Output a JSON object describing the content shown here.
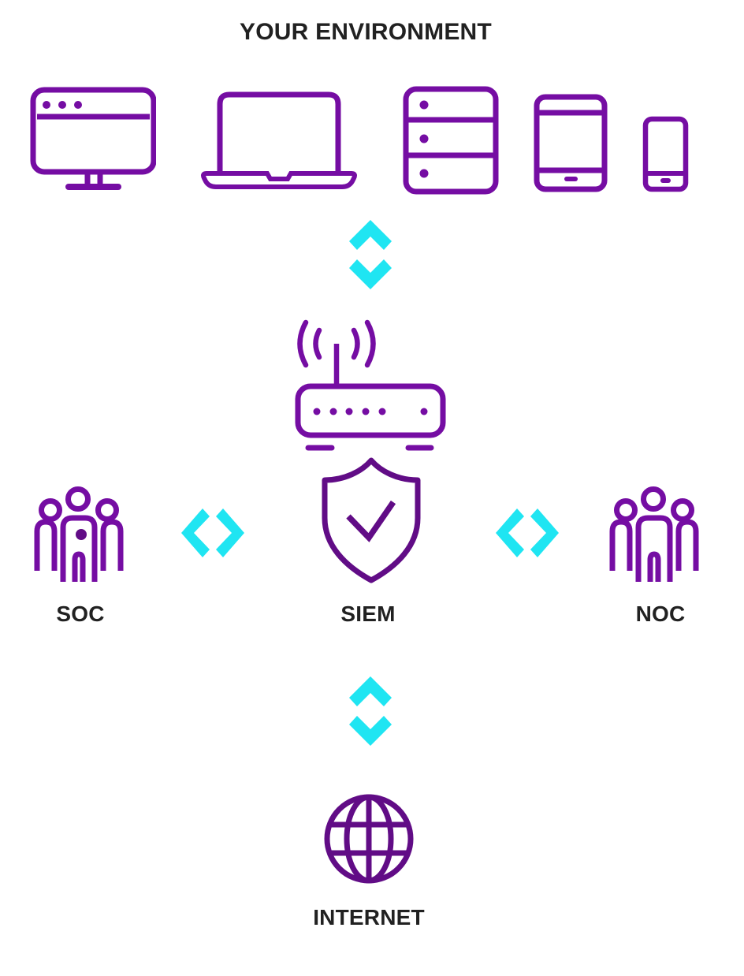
{
  "title": "YOUR ENVIRONMENT",
  "nodes": {
    "soc": {
      "label": "SOC"
    },
    "siem": {
      "label": "SIEM"
    },
    "noc": {
      "label": "NOC"
    },
    "internet": {
      "label": "INTERNET"
    }
  },
  "environment_devices": [
    "desktop-monitor",
    "laptop",
    "server",
    "tablet",
    "smartphone"
  ],
  "icons": {
    "siem_node": "router-wifi-icon + shield-check-icon",
    "soc_node": "people-group-badge-icon",
    "noc_node": "people-group-icon",
    "internet_node": "globe-icon",
    "connectors": [
      "up-down-arrows",
      "left-right-arrows"
    ]
  },
  "colors": {
    "purple": "#750DA3",
    "purple_dark": "#610C86",
    "cyan": "#1FE5F2",
    "text": "#212121",
    "background": "#FFFFFF"
  }
}
